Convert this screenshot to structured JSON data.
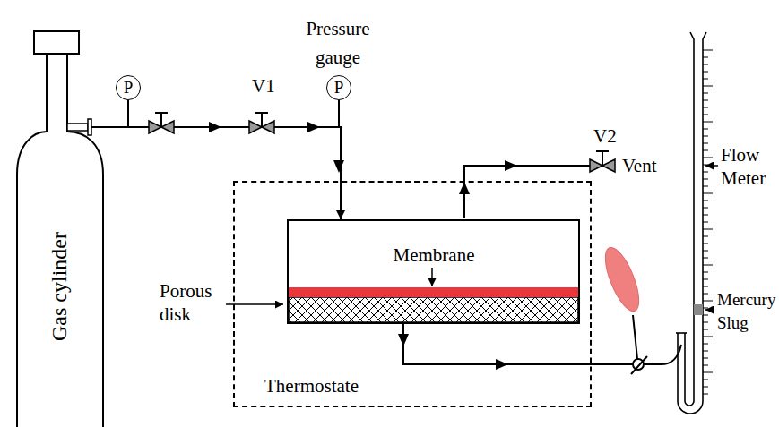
{
  "diagram": {
    "nodes": [
      {
        "text": [
          "Gas cylinder"
        ]
      },
      {
        "text": [
          "P"
        ]
      },
      {
        "text": [
          "P",
          "Pressure gauge"
        ]
      },
      {
        "text": [
          "Thermostate"
        ]
      },
      {
        "text": [
          "Membrane"
        ],
        "in": 3
      }
    ],
    "edges": [
      {
        "from": 0,
        "to": 4,
        "arrow": "to"
      }
    ],
    "labels": [
      "V1",
      "V2",
      "Vent",
      "Porous disk",
      "Flow Meter",
      "Mercury Slug"
    ]
  }
}
